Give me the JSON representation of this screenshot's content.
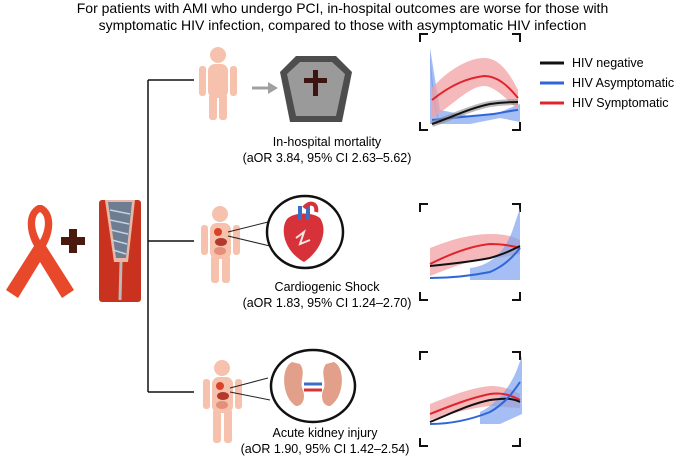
{
  "title": {
    "line1": "For patients with AMI who undergo PCI, in-hospital outcomes are worse for those with",
    "line2": "symptomatic HIV infection, compared to those with asymptomatic HIV infection"
  },
  "legend": [
    {
      "label": "HIV negative",
      "color": "#111111"
    },
    {
      "label": "HIV Asymptomatic",
      "color": "#2e66d9"
    },
    {
      "label": "HIV Symptomatic",
      "color": "#e0242c"
    }
  ],
  "outcomes": [
    {
      "name": "In-hospital mortality",
      "stat": "(aOR 3.84, 95% CI 2.63–5.62)",
      "organ_icon": "coffin-icon"
    },
    {
      "name": "Cardiogenic Shock",
      "stat": "(aOR 1.83, 95% CI 1.24–2.70)",
      "organ_icon": "heart-icon"
    },
    {
      "name": "Acute kidney injury",
      "stat": "(aOR 1.90, 95% CI 1.42–2.54)",
      "organ_icon": "kidney-icon"
    }
  ],
  "colors": {
    "ribbon": "#e8492a",
    "plus": "#4a1a10",
    "body": "#f6c2ad",
    "arrow": "#a0a0a0",
    "coffin": "#8c8c8c"
  }
}
